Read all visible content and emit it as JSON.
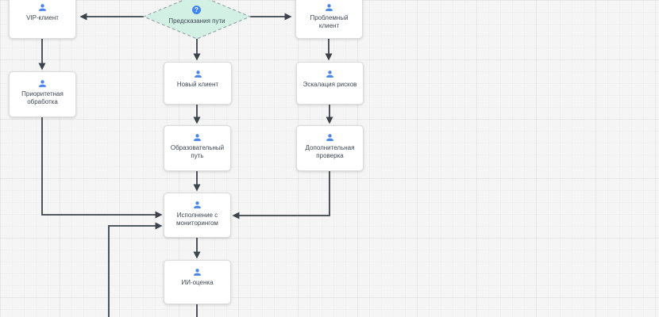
{
  "diagram": {
    "badge": {
      "glyph": "?"
    },
    "nodes": {
      "vip": {
        "label": "VIP-клиент",
        "icon": "user-icon"
      },
      "prediction": {
        "label": "Предсказания пути",
        "icon": "question-icon",
        "shape": "decision"
      },
      "problem": {
        "label": "Проблемный клиент",
        "icon": "user-icon"
      },
      "priority": {
        "label": "Приоритетная обработка",
        "icon": "user-icon"
      },
      "new_client": {
        "label": "Новый клиент",
        "icon": "user-icon"
      },
      "escalation": {
        "label": "Эскалация рисков",
        "icon": "user-icon"
      },
      "education": {
        "label": "Образовательный путь",
        "icon": "user-icon"
      },
      "extra_check": {
        "label": "Дополнительная проверка",
        "icon": "user-icon"
      },
      "execution": {
        "label": "Исполнение с мониторингом",
        "icon": "user-icon"
      },
      "ai_score": {
        "label": "ИИ-оценка",
        "icon": "user-icon"
      }
    },
    "edges": [
      {
        "from": "prediction",
        "to": "vip"
      },
      {
        "from": "prediction",
        "to": "problem"
      },
      {
        "from": "prediction",
        "to": "new_client"
      },
      {
        "from": "vip",
        "to": "priority"
      },
      {
        "from": "problem",
        "to": "escalation"
      },
      {
        "from": "new_client",
        "to": "education"
      },
      {
        "from": "escalation",
        "to": "extra_check"
      },
      {
        "from": "education",
        "to": "execution"
      },
      {
        "from": "priority",
        "to": "execution"
      },
      {
        "from": "offscreen_bottom_loop",
        "to": "execution"
      },
      {
        "from": "extra_check",
        "to": "execution"
      },
      {
        "from": "execution",
        "to": "ai_score"
      },
      {
        "from": "ai_score",
        "to": "offscreen_bottom"
      }
    ],
    "colors": {
      "canvas_bg": "#f5f5f5",
      "node_bg": "#ffffff",
      "node_border": "#dcdcdc",
      "label_text": "#3d4753",
      "user_icon": "#4a86e8",
      "edge": "#3c434b",
      "decision_fill": "#d2f0e4",
      "decision_border": "#9aa5ad",
      "badge_bg": "#4285f4",
      "badge_glyph_color": "#ffffff"
    }
  }
}
